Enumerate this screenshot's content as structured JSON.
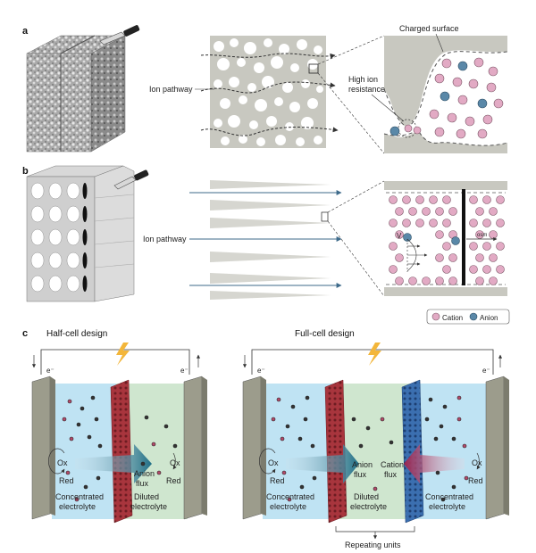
{
  "panel_a": {
    "letter": "a",
    "ion_pathway": "Ion pathway",
    "charged_surface": "Charged surface",
    "high_ion_resistance_line1": "High ion",
    "high_ion_resistance_line2": "resistance"
  },
  "panel_b": {
    "letter": "b",
    "ion_pathway": "Ion pathway",
    "v_label": "V",
    "osm_label": "osm"
  },
  "legend": {
    "cation": "Cation",
    "anion": "Anion"
  },
  "panel_c": {
    "letter": "c",
    "half_cell": {
      "title": "Half-cell design",
      "e_left": "e⁻",
      "e_right": "e⁻",
      "ox_left": "Ox",
      "red_left": "Red",
      "ox_right": "Ox",
      "red_right": "Red",
      "anion_flux_1": "Anion",
      "anion_flux_2": "flux",
      "concentrated_1": "Concentrated",
      "concentrated_2": "electrolyte",
      "diluted_1": "Diluted",
      "diluted_2": "electrolyte"
    },
    "full_cell": {
      "title": "Full-cell design",
      "e_left": "e⁻",
      "e_right": "e⁻",
      "ox_left": "Ox",
      "red_left": "Red",
      "ox_right": "Ox",
      "red_right": "Red",
      "anion_flux_1": "Anion",
      "anion_flux_2": "flux",
      "cation_flux_1": "Cation",
      "cation_flux_2": "flux",
      "concentrated_left_1": "Concentrated",
      "concentrated_left_2": "electrolyte",
      "diluted_1": "Diluted",
      "diluted_2": "electrolyte",
      "concentrated_right_1": "Concentrated",
      "concentrated_right_2": "electrolyte",
      "repeating_units": "Repeating units"
    }
  },
  "colors": {
    "cation": "#e2aac4",
    "anion": "#5a88a8",
    "electrolyte_blue": "#bfe3f3",
    "electrolyte_green": "#cfe6cf",
    "membrane_red": "#a8353d",
    "membrane_blue": "#3b6fb0",
    "electrode": "#9c9c8c",
    "grey": "#d4d4cc"
  }
}
